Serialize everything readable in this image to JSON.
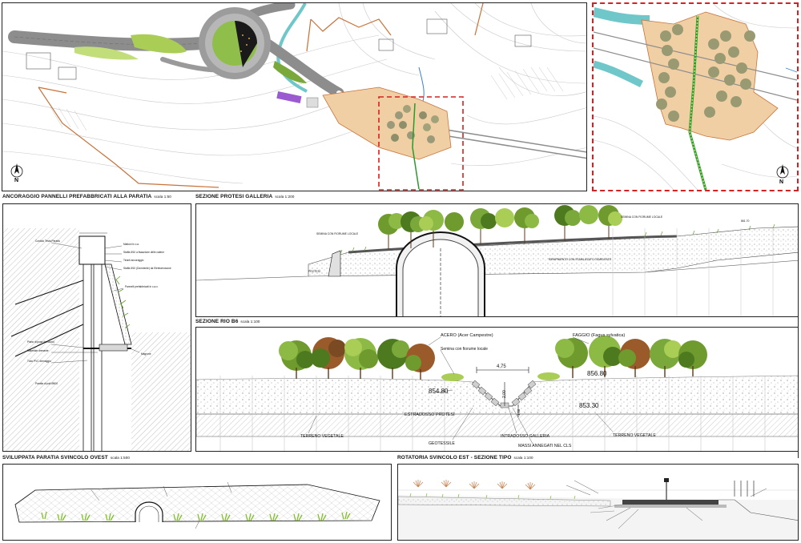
{
  "titles": {
    "ancoraggio": "ANCORAGGIO PANNELLI PREFABBRICATI ALLA PARATIA",
    "ancoraggio_scale": "scala 1:50",
    "galleria": "SEZIONE PROTESI GALLERIA",
    "galleria_scale": "scala 1:200",
    "rio": "SEZIONE RIO B6",
    "rio_scale": "scala 1:100",
    "sviluppata": "SVILUPPATA PARATIA SVINCOLO OVEST",
    "sviluppata_scale": "scala 1:500",
    "rotatoria": "ROTATORIA SVINCOLO EST - SEZIONE TIPO",
    "rotatoria_scale": "scala 1:100"
  },
  "north_arrow": "N",
  "rio_labels": {
    "acero": "ACERO (Acer Campestre)",
    "faggio": "FAGGIO (Fagus sylvatica)",
    "semina": "Semina con fiorume locale",
    "width": "4,75",
    "depth": "2,00",
    "depth2": "1,50",
    "elev_left": "854.80",
    "elev_right": "856.80",
    "elev_bottom": "853.30",
    "estradosso": "ESTRADOSSO PROTESI",
    "terreno_left": "TERRENO VEGETALE",
    "terreno_right": "TERRENO VEGETALE",
    "intradosso": "INTRADOSSO GALLERIA",
    "geotessile": "GEOTESSILE",
    "massi": "MASSI ANNEGATI NEL CLS"
  },
  "galleria_labels": {
    "semina_left": "SEMINA CON FIORUME LOCALE",
    "semina_right": "SEMINA CON FIORUME LOCALE",
    "riempimento": "RIEMPIMENTO CON STABILIZZATO CEMENTATO",
    "protesi": "PROTESI",
    "elev": "861.70"
  },
  "colors": {
    "tree_dark": "#4e7a1f",
    "tree_mid": "#7aa83a",
    "tree_light": "#a9cd55",
    "tree_rust": "#9a5a2a",
    "dashed_red": "#d82020",
    "boundary": "#c8733a",
    "water": "#6fc7c9",
    "road": "#8d8d8d"
  }
}
